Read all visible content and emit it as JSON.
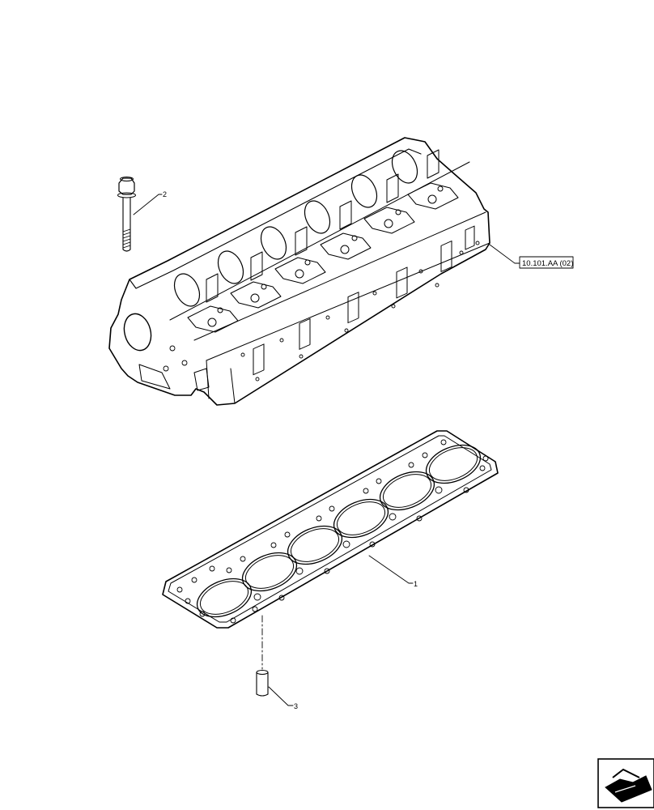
{
  "callouts": {
    "gasket": "1",
    "bolt": "2",
    "dowel": "3"
  },
  "reference": {
    "label": "10.101.AA (02)"
  },
  "nav_icon": "next-page-arrow-icon"
}
